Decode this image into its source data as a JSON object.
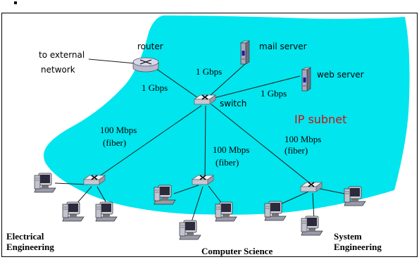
{
  "colors": {
    "subnet_fill": "#00e5ee",
    "link": "#1a1a1a",
    "subnet_label": "#d01010",
    "switch_face": "#c8c8d4",
    "router_face": "#d8d8ec"
  },
  "labels": {
    "router": "router",
    "to_external": "to external",
    "network": "network",
    "mail_server": "mail server",
    "web_server": "web server",
    "switch": "switch",
    "ip_subnet": "IP subnet",
    "router_switch_speed": "1 Gbps",
    "mail_speed": "1 Gbps",
    "web_speed": "1 Gbps",
    "ee_speed": "100 Mbps",
    "ee_medium": "(fiber)",
    "cs_speed": "100 Mbps",
    "cs_medium": "(fiber)",
    "se_speed": "100 Mbps",
    "se_medium": "(fiber)",
    "ee_line1": "Electrical",
    "ee_line2": "Engineering",
    "cs": "Computer Science",
    "se_line1": "System",
    "se_line2": "Engineering"
  },
  "icons": {
    "router": "router-icon",
    "core_switch": "switch-icon",
    "dept_switch": "switch-icon",
    "server": "server-icon",
    "host": "workstation-icon"
  }
}
